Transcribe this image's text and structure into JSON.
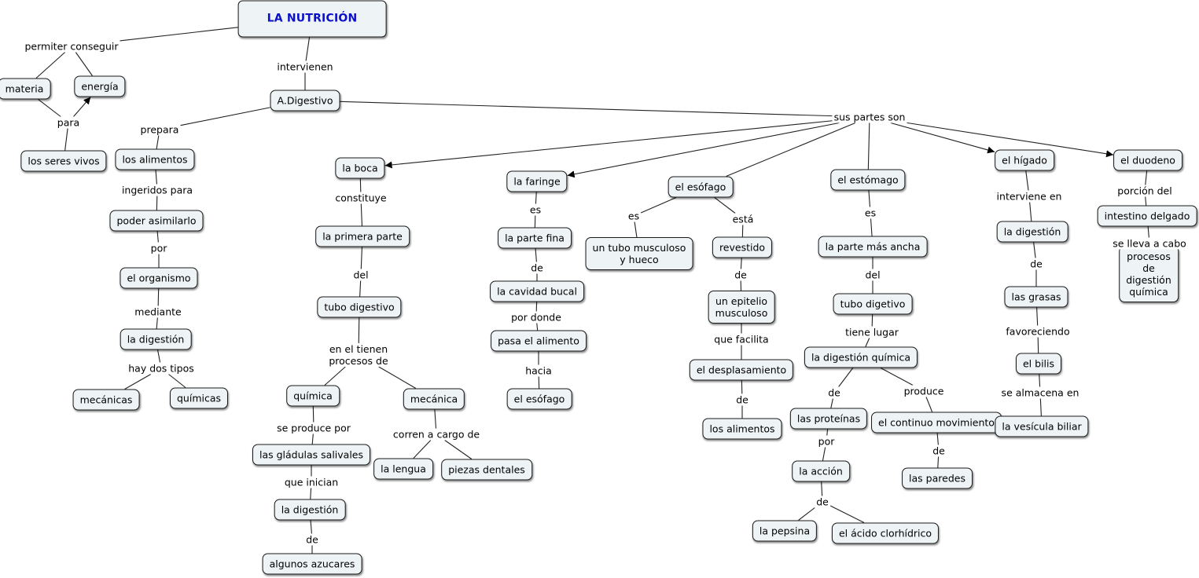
{
  "concept_map": {
    "title": "LA NUTRICIÓN",
    "nodes": [
      {
        "id": "title",
        "text": "LA NUTRICIÓN"
      },
      {
        "id": "materia",
        "text": "materia"
      },
      {
        "id": "energia",
        "text": "energía"
      },
      {
        "id": "seres",
        "text": "los seres vivos"
      },
      {
        "id": "adig",
        "text": "A.Digestivo"
      },
      {
        "id": "alimentos1",
        "text": "los alimentos"
      },
      {
        "id": "poder",
        "text": "poder asimilarlo"
      },
      {
        "id": "organismo",
        "text": "el organismo"
      },
      {
        "id": "digestion1",
        "text": "la digestión"
      },
      {
        "id": "mecanicas",
        "text": "mecánicas"
      },
      {
        "id": "quimicas",
        "text": "químicas"
      },
      {
        "id": "boca",
        "text": "la boca"
      },
      {
        "id": "primera",
        "text": "la primera parte"
      },
      {
        "id": "tubo1",
        "text": "tubo digestivo"
      },
      {
        "id": "quimica",
        "text": "química"
      },
      {
        "id": "mecanica",
        "text": "mecánica"
      },
      {
        "id": "gladulas",
        "text": "las gládulas salivales"
      },
      {
        "id": "digestion2",
        "text": "la digestión"
      },
      {
        "id": "azucares",
        "text": "algunos azucares"
      },
      {
        "id": "lengua",
        "text": "la lengua"
      },
      {
        "id": "piezas",
        "text": "piezas dentales"
      },
      {
        "id": "faringe",
        "text": "la faringe"
      },
      {
        "id": "fina",
        "text": "la parte fina"
      },
      {
        "id": "cavidad",
        "text": "la cavidad bucal"
      },
      {
        "id": "pasa",
        "text": "pasa el alimento"
      },
      {
        "id": "esofago2",
        "text": "el esófago"
      },
      {
        "id": "esofago",
        "text": "el esófago"
      },
      {
        "id": "tubomusc",
        "text": "un tubo musculoso\ny hueco"
      },
      {
        "id": "revestido",
        "text": "revestido"
      },
      {
        "id": "epitelio",
        "text": "un epitelio\nmusculoso"
      },
      {
        "id": "desplas",
        "text": "el desplasamiento"
      },
      {
        "id": "alimentos2",
        "text": "los alimentos"
      },
      {
        "id": "estomago",
        "text": "el estómago"
      },
      {
        "id": "ancha",
        "text": "la parte más ancha"
      },
      {
        "id": "tubo2",
        "text": "tubo digetivo"
      },
      {
        "id": "digquim",
        "text": "la digestión química"
      },
      {
        "id": "proteinas",
        "text": "las proteínas"
      },
      {
        "id": "accion",
        "text": "la acción"
      },
      {
        "id": "pepsina",
        "text": "la pepsina"
      },
      {
        "id": "acido",
        "text": "el ácido clorhídrico"
      },
      {
        "id": "continuo",
        "text": "el continuo movimiento"
      },
      {
        "id": "paredes",
        "text": "las paredes"
      },
      {
        "id": "higado",
        "text": "el hígado"
      },
      {
        "id": "digestion3",
        "text": "la digestión"
      },
      {
        "id": "grasas",
        "text": "las grasas"
      },
      {
        "id": "bilis",
        "text": "el bilis"
      },
      {
        "id": "vesicula",
        "text": "la vesícula biliar"
      },
      {
        "id": "duodeno",
        "text": "el duodeno"
      },
      {
        "id": "intestino",
        "text": "intestino delgado"
      },
      {
        "id": "procesos",
        "text": "procesos de\ndigestión química"
      }
    ],
    "labels": [
      {
        "id": "permiter",
        "text": "permiter conseguir"
      },
      {
        "id": "para",
        "text": "para"
      },
      {
        "id": "intervienen",
        "text": "intervienen"
      },
      {
        "id": "prepara",
        "text": "prepara"
      },
      {
        "id": "ingeridos",
        "text": "ingeridos para"
      },
      {
        "id": "por1",
        "text": "por"
      },
      {
        "id": "mediante",
        "text": "mediante"
      },
      {
        "id": "haydos",
        "text": "hay dos tipos"
      },
      {
        "id": "suspartes",
        "text": "sus partes son"
      },
      {
        "id": "constituye",
        "text": "constituye"
      },
      {
        "id": "del1",
        "text": "del"
      },
      {
        "id": "enel",
        "text": "en el tienen\nprocesos de"
      },
      {
        "id": "seproduce",
        "text": "se produce por"
      },
      {
        "id": "queinician",
        "text": "que inician"
      },
      {
        "id": "de1",
        "text": "de"
      },
      {
        "id": "corren",
        "text": "corren a cargo de"
      },
      {
        "id": "es1",
        "text": "es"
      },
      {
        "id": "de2",
        "text": "de"
      },
      {
        "id": "pordonde",
        "text": "por donde"
      },
      {
        "id": "hacia",
        "text": "hacia"
      },
      {
        "id": "es2",
        "text": "es"
      },
      {
        "id": "esta",
        "text": "está"
      },
      {
        "id": "de3",
        "text": "de"
      },
      {
        "id": "quefacilita",
        "text": "que facilita"
      },
      {
        "id": "de4",
        "text": "de"
      },
      {
        "id": "es3",
        "text": "es"
      },
      {
        "id": "del2",
        "text": "del"
      },
      {
        "id": "tienelugar",
        "text": "tiene lugar"
      },
      {
        "id": "de5",
        "text": "de"
      },
      {
        "id": "produce",
        "text": "produce"
      },
      {
        "id": "por2",
        "text": "por"
      },
      {
        "id": "de6",
        "text": "de"
      },
      {
        "id": "de7",
        "text": "de"
      },
      {
        "id": "interviene",
        "text": "interviene en"
      },
      {
        "id": "de8",
        "text": "de"
      },
      {
        "id": "favoreciendo",
        "text": "favoreciendo"
      },
      {
        "id": "sealmacena",
        "text": "se almacena en"
      },
      {
        "id": "porcion",
        "text": "porción del"
      },
      {
        "id": "sellevaacabo",
        "text": "se lleva a cabo"
      }
    ],
    "connections": [
      [
        "title",
        "permiter",
        false
      ],
      [
        "permiter",
        "materia",
        false
      ],
      [
        "permiter",
        "energia",
        false
      ],
      [
        "materia",
        "para",
        false
      ],
      [
        "seres",
        "para",
        false
      ],
      [
        "para",
        "energia",
        true
      ],
      [
        "title",
        "intervienen",
        false
      ],
      [
        "intervienen",
        "adig",
        false
      ],
      [
        "adig",
        "prepara",
        false
      ],
      [
        "prepara",
        "alimentos1",
        false
      ],
      [
        "alimentos1",
        "ingeridos",
        false
      ],
      [
        "ingeridos",
        "poder",
        false
      ],
      [
        "poder",
        "por1",
        false
      ],
      [
        "por1",
        "organismo",
        false
      ],
      [
        "organismo",
        "mediante",
        false
      ],
      [
        "mediante",
        "digestion1",
        false
      ],
      [
        "digestion1",
        "haydos",
        false
      ],
      [
        "haydos",
        "mecanicas",
        false
      ],
      [
        "haydos",
        "quimicas",
        false
      ],
      [
        "adig",
        "suspartes",
        false
      ],
      [
        "suspartes",
        "boca",
        true
      ],
      [
        "suspartes",
        "faringe",
        true
      ],
      [
        "suspartes",
        "esofago",
        false
      ],
      [
        "suspartes",
        "estomago",
        false
      ],
      [
        "suspartes",
        "higado",
        true
      ],
      [
        "suspartes",
        "duodeno",
        true
      ],
      [
        "boca",
        "constituye",
        false
      ],
      [
        "constituye",
        "primera",
        false
      ],
      [
        "primera",
        "del1",
        false
      ],
      [
        "del1",
        "tubo1",
        false
      ],
      [
        "tubo1",
        "enel",
        false
      ],
      [
        "enel",
        "quimica",
        false
      ],
      [
        "enel",
        "mecanica",
        false
      ],
      [
        "quimica",
        "seproduce",
        false
      ],
      [
        "seproduce",
        "gladulas",
        false
      ],
      [
        "gladulas",
        "queinician",
        false
      ],
      [
        "queinician",
        "digestion2",
        false
      ],
      [
        "digestion2",
        "de1",
        false
      ],
      [
        "de1",
        "azucares",
        false
      ],
      [
        "mecanica",
        "corren",
        false
      ],
      [
        "corren",
        "lengua",
        false
      ],
      [
        "corren",
        "piezas",
        false
      ],
      [
        "faringe",
        "es1",
        false
      ],
      [
        "es1",
        "fina",
        false
      ],
      [
        "fina",
        "de2",
        false
      ],
      [
        "de2",
        "cavidad",
        false
      ],
      [
        "cavidad",
        "pordonde",
        false
      ],
      [
        "pordonde",
        "pasa",
        false
      ],
      [
        "pasa",
        "hacia",
        false
      ],
      [
        "hacia",
        "esofago2",
        false
      ],
      [
        "esofago",
        "es2",
        false
      ],
      [
        "es2",
        "tubomusc",
        false
      ],
      [
        "esofago",
        "esta",
        false
      ],
      [
        "esta",
        "revestido",
        false
      ],
      [
        "revestido",
        "de3",
        false
      ],
      [
        "de3",
        "epitelio",
        false
      ],
      [
        "epitelio",
        "quefacilita",
        false
      ],
      [
        "quefacilita",
        "desplas",
        false
      ],
      [
        "desplas",
        "de4",
        false
      ],
      [
        "de4",
        "alimentos2",
        false
      ],
      [
        "estomago",
        "es3",
        false
      ],
      [
        "es3",
        "ancha",
        false
      ],
      [
        "ancha",
        "del2",
        false
      ],
      [
        "del2",
        "tubo2",
        false
      ],
      [
        "tubo2",
        "tienelugar",
        false
      ],
      [
        "tienelugar",
        "digquim",
        false
      ],
      [
        "digquim",
        "de5",
        false
      ],
      [
        "de5",
        "proteinas",
        false
      ],
      [
        "proteinas",
        "por2",
        false
      ],
      [
        "por2",
        "accion",
        false
      ],
      [
        "accion",
        "de6",
        false
      ],
      [
        "de6",
        "pepsina",
        false
      ],
      [
        "de6",
        "acido",
        false
      ],
      [
        "digquim",
        "produce",
        false
      ],
      [
        "produce",
        "continuo",
        false
      ],
      [
        "continuo",
        "de7",
        false
      ],
      [
        "de7",
        "paredes",
        false
      ],
      [
        "higado",
        "interviene",
        false
      ],
      [
        "interviene",
        "digestion3",
        false
      ],
      [
        "digestion3",
        "de8",
        false
      ],
      [
        "de8",
        "grasas",
        false
      ],
      [
        "grasas",
        "favoreciendo",
        false
      ],
      [
        "favoreciendo",
        "bilis",
        false
      ],
      [
        "bilis",
        "sealmacena",
        false
      ],
      [
        "sealmacena",
        "vesicula",
        false
      ],
      [
        "duodeno",
        "porcion",
        false
      ],
      [
        "porcion",
        "intestino",
        false
      ],
      [
        "intestino",
        "sellevaacabo",
        false
      ],
      [
        "sellevaacabo",
        "procesos",
        false
      ]
    ]
  }
}
